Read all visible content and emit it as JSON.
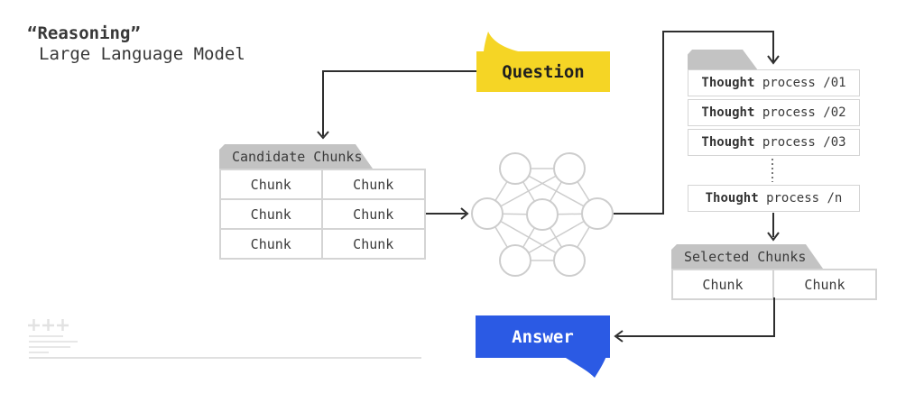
{
  "title": {
    "line1": "“Reasoning”",
    "line2": "Large Language Model"
  },
  "question_bubble": {
    "label": "Question"
  },
  "answer_bubble": {
    "label": "Answer"
  },
  "candidate_chunks": {
    "tab_label": "Candidate Chunks",
    "cells": [
      "Chunk",
      "Chunk",
      "Chunk",
      "Chunk",
      "Chunk",
      "Chunk"
    ]
  },
  "thought_list": {
    "rows": [
      {
        "bold": "Thought",
        "rest": " process /01"
      },
      {
        "bold": "Thought",
        "rest": " process /02"
      },
      {
        "bold": "Thought",
        "rest": " process /03"
      },
      {
        "bold": "Thought",
        "rest": " process /n"
      }
    ]
  },
  "selected_chunks": {
    "tab_label": "Selected Chunks",
    "cells": [
      "Chunk",
      "Chunk"
    ]
  },
  "icons": {
    "network": "neural-network",
    "question_tail": "speech-bubble-tail-up",
    "answer_tail": "speech-bubble-tail-down"
  },
  "colors": {
    "question-yellow": "#f5d525",
    "answer-blue": "#2b5ae4",
    "tab-gray": "#c3c3c3",
    "line-dark": "#2e2e2e",
    "border-light": "#d4d4d4",
    "network-gray": "#cdcdcd",
    "text-dark": "#3a3a3a"
  }
}
